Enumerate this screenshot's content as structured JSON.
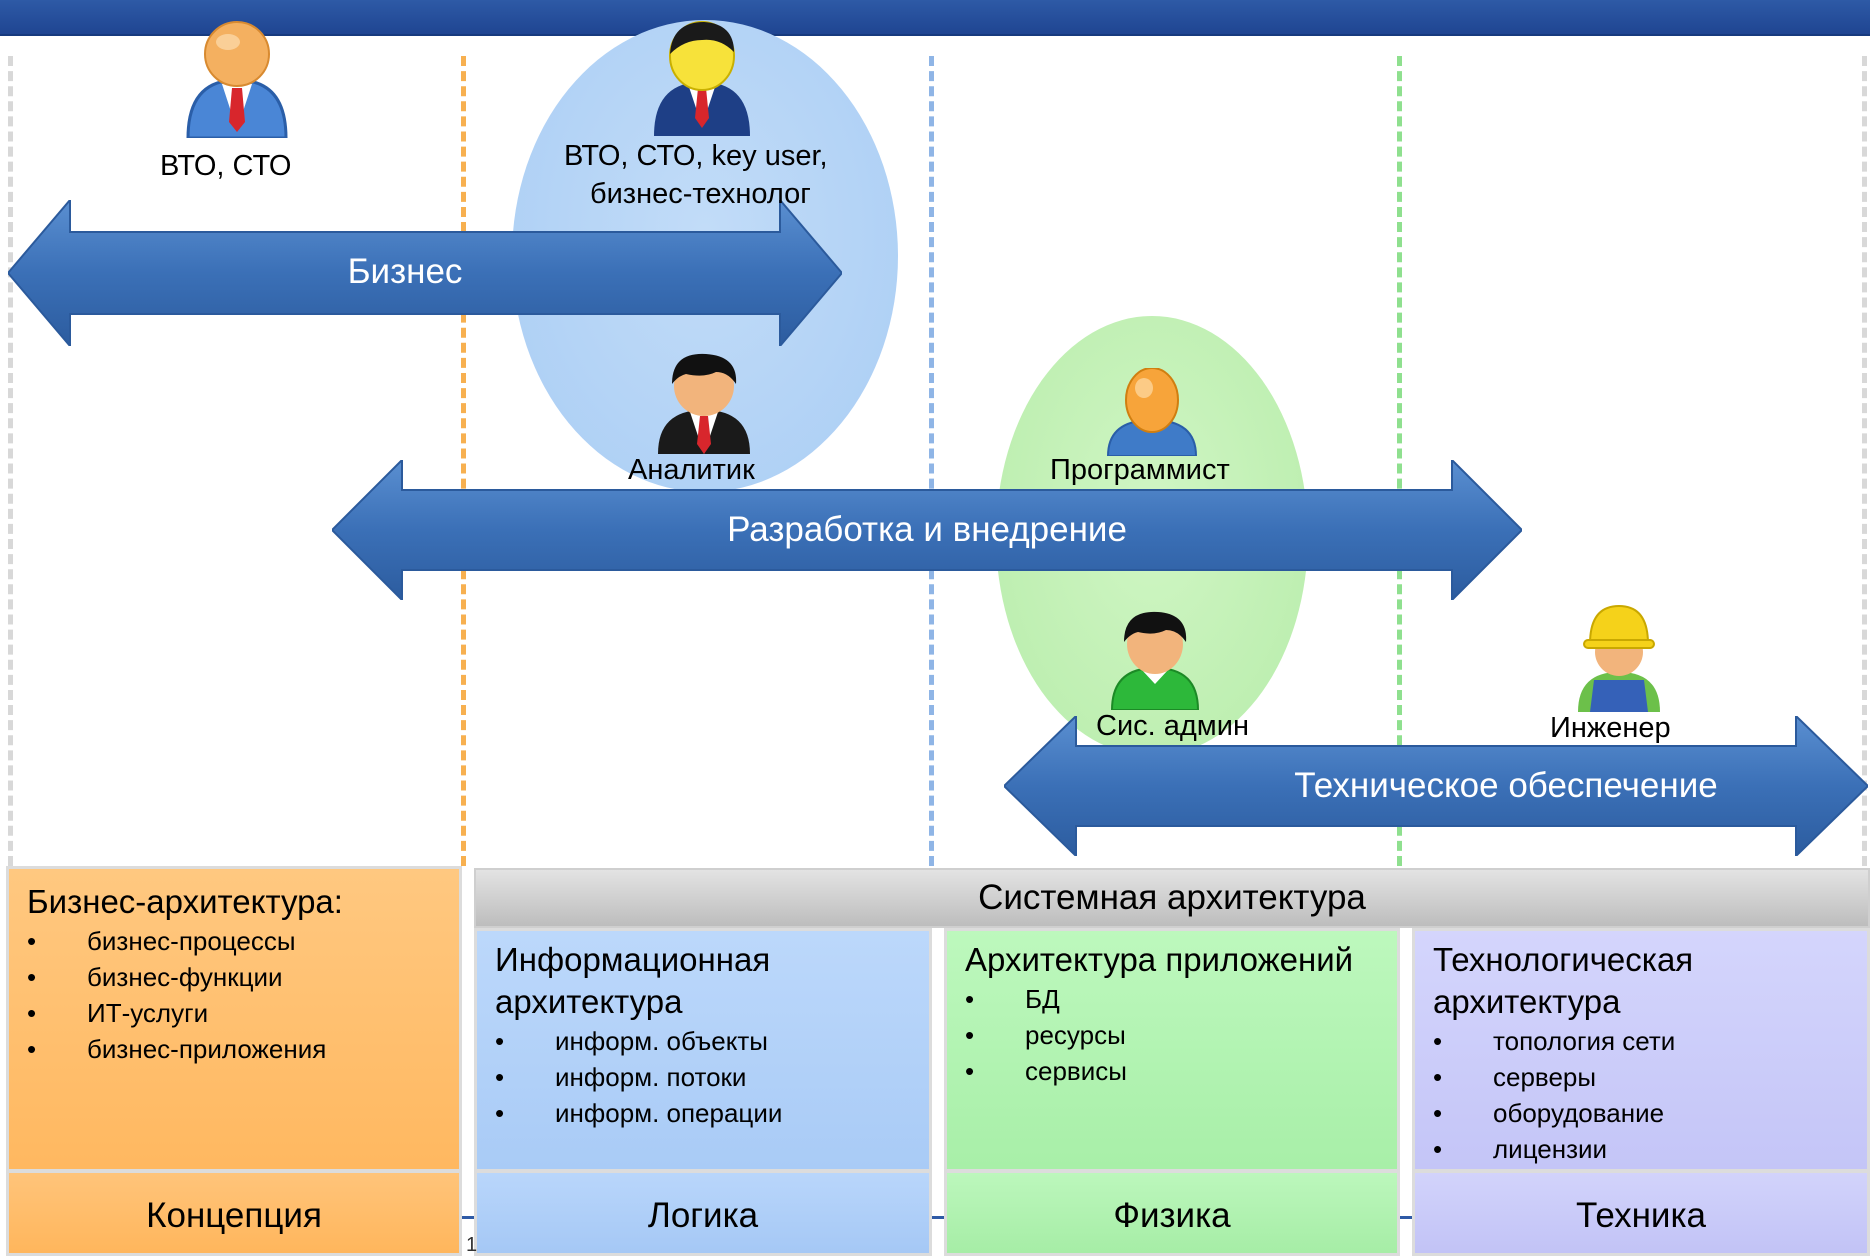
{
  "colors": {
    "top_bar": "#2e5aa6",
    "arrow": "#3d73b9",
    "bubble_blue": "#b3d5f7",
    "bubble_green": "#c4f0b6",
    "concept": "#ffc37b",
    "logic": "#b4d4fa",
    "physics": "#b4f5b4",
    "tech": "#cccdfa"
  },
  "roles": {
    "bto_cto": "ВТО, СТО",
    "key_user_line1": "ВТО, СТО, key user,",
    "key_user_line2": "бизнес-технолог",
    "analyst": "Аналитик",
    "programmer": "Программист",
    "sysadmin": "Сис. админ",
    "engineer": "Инженер"
  },
  "arrows": {
    "business": "Бизнес",
    "development": "Разработка и внедрение",
    "technical": "Техническое обеспечение"
  },
  "system_architecture": "Системная архитектура",
  "boxes": {
    "business": {
      "title": "Бизнес-архитектура:",
      "items": [
        "бизнес-процессы",
        "бизнес-функции",
        "ИТ-услуги",
        "бизнес-приложения"
      ]
    },
    "information": {
      "title_line1": "Информационная",
      "title_line2": "архитектура",
      "items": [
        "информ. объекты",
        "информ. потоки",
        "информ. операции"
      ]
    },
    "applications": {
      "title": "Архитектура приложений",
      "items": [
        "БД",
        "ресурсы",
        "сервисы"
      ]
    },
    "technology": {
      "title_line1": "Технологическая",
      "title_line2": "архитектура",
      "items": [
        "топология сети",
        "серверы",
        "оборудование",
        "лицензии"
      ]
    }
  },
  "footers": {
    "concept": "Концепция",
    "logic": "Логика",
    "physics": "Физика",
    "tech": "Техника"
  },
  "page_number": "1"
}
